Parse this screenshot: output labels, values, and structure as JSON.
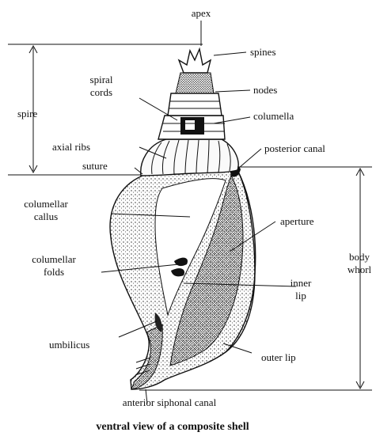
{
  "labels": {
    "apex": "apex",
    "spines": "spines",
    "spiral_cords_1": "spiral",
    "spiral_cords_2": "cords",
    "nodes": "nodes",
    "spire": "spire",
    "columella": "columella",
    "axial_ribs": "axial ribs",
    "posterior_canal": "posterior canal",
    "suture": "suture",
    "columellar_callus_1": "columellar",
    "columellar_callus_2": "callus",
    "aperture": "aperture",
    "body_whorl_1": "body",
    "body_whorl_2": "whorl",
    "columellar_folds_1": "columellar",
    "columellar_folds_2": "folds",
    "inner_lip_1": "inner",
    "inner_lip_2": "lip",
    "umbilicus": "umbilicus",
    "outer_lip": "outer lip",
    "anterior_siphonal_canal": "anterior siphonal canal"
  },
  "caption": "ventral view of a composite shell",
  "colors": {
    "ink": "#111111",
    "shell_fill": "#f4f4f4",
    "shade": "#3a3a3a"
  }
}
